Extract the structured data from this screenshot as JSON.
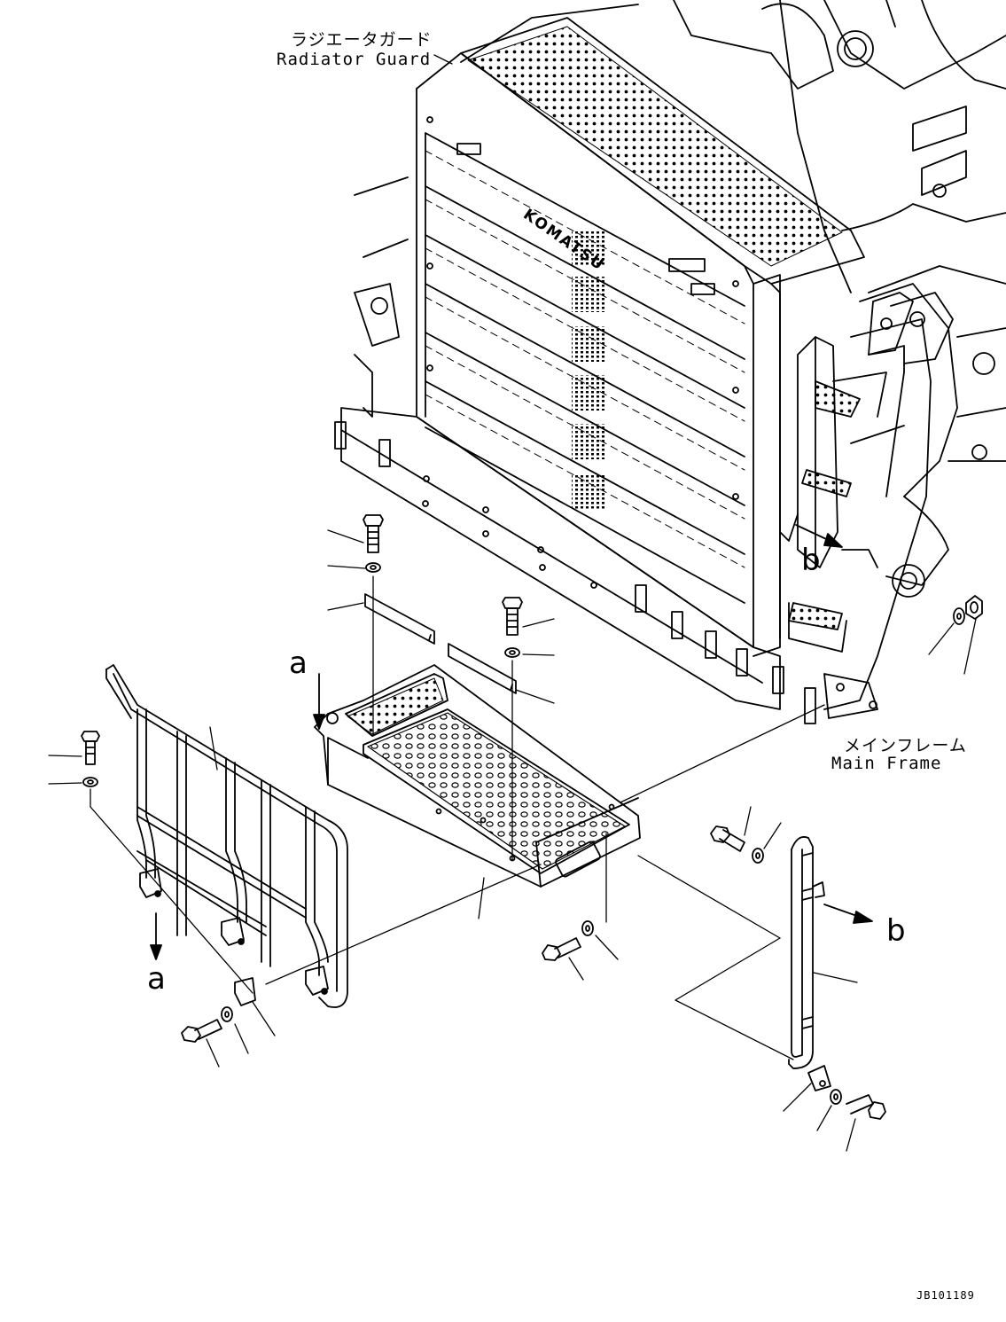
{
  "labels": {
    "radiator_guard_jp": "ラジエータガード",
    "radiator_guard_en": "Radiator Guard",
    "main_frame_jp": "メインフレーム",
    "main_frame_en": "Main Frame",
    "view_a_top": "a",
    "view_a_bottom": "a",
    "view_b_upper": "b",
    "view_b_lower": "b",
    "brand_mark": "KOMATSU",
    "drawing_code": "JB101189"
  },
  "colors": {
    "line": "#000000",
    "background": "#ffffff"
  }
}
